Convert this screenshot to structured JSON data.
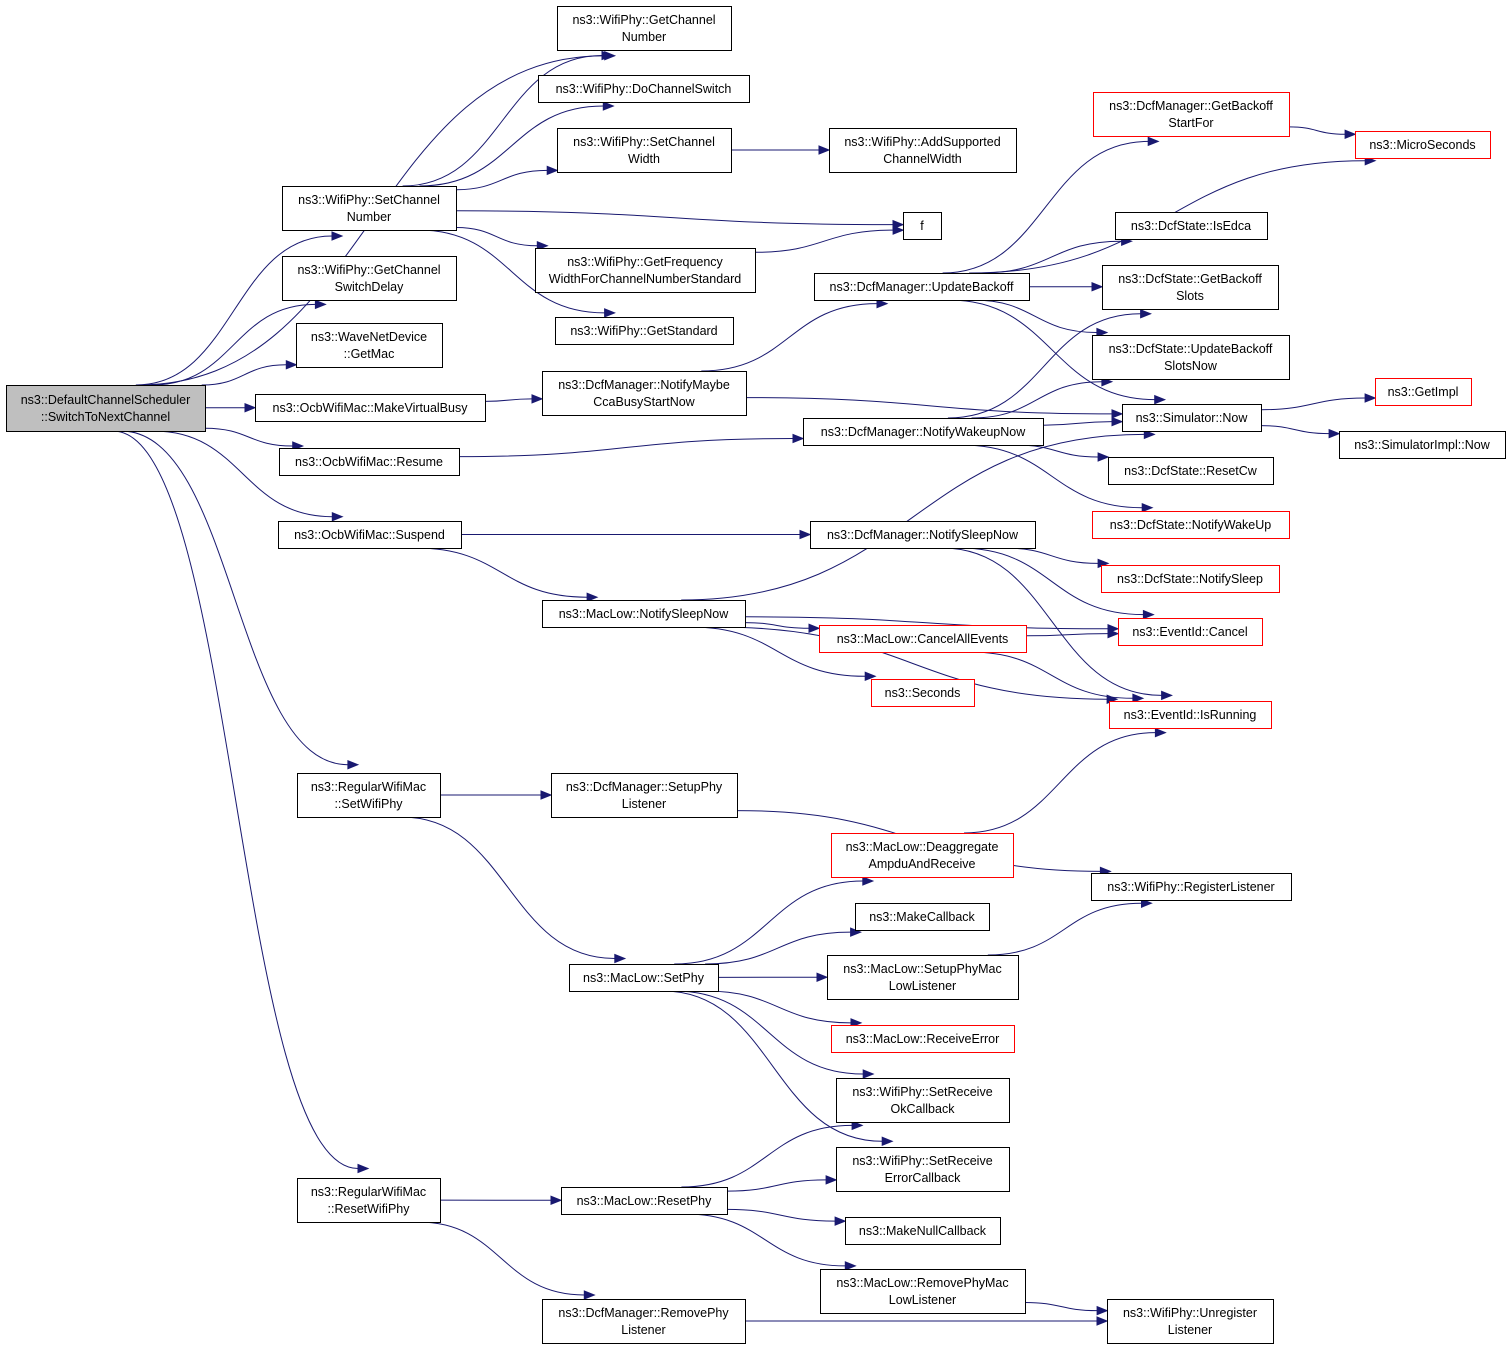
{
  "diagram": {
    "nodes": [
      {
        "id": "root",
        "lines": [
          "ns3::DefaultChannelScheduler",
          "::SwitchToNextChannel"
        ],
        "style": "root",
        "interactable": true
      },
      {
        "id": "getChannelNumber",
        "lines": [
          "ns3::WifiPhy::GetChannel",
          "Number"
        ],
        "style": "normal",
        "interactable": true
      },
      {
        "id": "doChannelSwitch",
        "lines": [
          "ns3::WifiPhy::DoChannelSwitch"
        ],
        "style": "normal",
        "interactable": true
      },
      {
        "id": "setChannelWidth",
        "lines": [
          "ns3::WifiPhy::SetChannel",
          "Width"
        ],
        "style": "normal",
        "interactable": true
      },
      {
        "id": "addSupportedChannelWidth",
        "lines": [
          "ns3::WifiPhy::AddSupported",
          "ChannelWidth"
        ],
        "style": "normal",
        "interactable": true
      },
      {
        "id": "setChannelNumber",
        "lines": [
          "ns3::WifiPhy::SetChannel",
          "Number"
        ],
        "style": "normal",
        "interactable": true
      },
      {
        "id": "f",
        "lines": [
          "f"
        ],
        "style": "normal",
        "interactable": true
      },
      {
        "id": "getFrequencyWidth",
        "lines": [
          "ns3::WifiPhy::GetFrequency",
          "WidthForChannelNumberStandard"
        ],
        "style": "normal",
        "interactable": true
      },
      {
        "id": "getStandard",
        "lines": [
          "ns3::WifiPhy::GetStandard"
        ],
        "style": "normal",
        "interactable": true
      },
      {
        "id": "getChannelSwitchDelay",
        "lines": [
          "ns3::WifiPhy::GetChannel",
          "SwitchDelay"
        ],
        "style": "normal",
        "interactable": true
      },
      {
        "id": "waveGetMac",
        "lines": [
          "ns3::WaveNetDevice",
          "::GetMac"
        ],
        "style": "normal",
        "interactable": true
      },
      {
        "id": "makeVirtualBusy",
        "lines": [
          "ns3::OcbWifiMac::MakeVirtualBusy"
        ],
        "style": "normal",
        "interactable": true
      },
      {
        "id": "notifyMaybeCcaBusy",
        "lines": [
          "ns3::DcfManager::NotifyMaybe",
          "CcaBusyStartNow"
        ],
        "style": "normal",
        "interactable": true
      },
      {
        "id": "resume",
        "lines": [
          "ns3::OcbWifiMac::Resume"
        ],
        "style": "normal",
        "interactable": true
      },
      {
        "id": "notifyWakeupNow",
        "lines": [
          "ns3::DcfManager::NotifyWakeupNow"
        ],
        "style": "normal",
        "interactable": true
      },
      {
        "id": "suspend",
        "lines": [
          "ns3::OcbWifiMac::Suspend"
        ],
        "style": "normal",
        "interactable": true
      },
      {
        "id": "notifySleepNowDcf",
        "lines": [
          "ns3::DcfManager::NotifySleepNow"
        ],
        "style": "normal",
        "interactable": true
      },
      {
        "id": "notifySleepNowMac",
        "lines": [
          "ns3::MacLow::NotifySleepNow"
        ],
        "style": "normal",
        "interactable": true
      },
      {
        "id": "cancelAllEvents",
        "lines": [
          "ns3::MacLow::CancelAllEvents"
        ],
        "style": "red",
        "interactable": true
      },
      {
        "id": "seconds",
        "lines": [
          "ns3::Seconds"
        ],
        "style": "red",
        "interactable": true
      },
      {
        "id": "updateBackoff",
        "lines": [
          "ns3::DcfManager::UpdateBackoff"
        ],
        "style": "normal",
        "interactable": true
      },
      {
        "id": "getBackoffStartFor",
        "lines": [
          "ns3::DcfManager::GetBackoff",
          "StartFor"
        ],
        "style": "red",
        "interactable": true
      },
      {
        "id": "microSeconds",
        "lines": [
          "ns3::MicroSeconds"
        ],
        "style": "red",
        "interactable": true
      },
      {
        "id": "isEdca",
        "lines": [
          "ns3::DcfState::IsEdca"
        ],
        "style": "normal",
        "interactable": true
      },
      {
        "id": "getBackoffSlots",
        "lines": [
          "ns3::DcfState::GetBackoff",
          "Slots"
        ],
        "style": "normal",
        "interactable": true
      },
      {
        "id": "updateBackoffSlotsNow",
        "lines": [
          "ns3::DcfState::UpdateBackoff",
          "SlotsNow"
        ],
        "style": "normal",
        "interactable": true
      },
      {
        "id": "simulatorNow",
        "lines": [
          "ns3::Simulator::Now"
        ],
        "style": "normal",
        "interactable": true
      },
      {
        "id": "getImpl",
        "lines": [
          "ns3::GetImpl"
        ],
        "style": "red",
        "interactable": true
      },
      {
        "id": "simulatorImplNow",
        "lines": [
          "ns3::SimulatorImpl::Now"
        ],
        "style": "normal",
        "interactable": true
      },
      {
        "id": "resetCw",
        "lines": [
          "ns3::DcfState::ResetCw"
        ],
        "style": "normal",
        "interactable": true
      },
      {
        "id": "notifyWakeUp",
        "lines": [
          "ns3::DcfState::NotifyWakeUp"
        ],
        "style": "red",
        "interactable": true
      },
      {
        "id": "notifySleep",
        "lines": [
          "ns3::DcfState::NotifySleep"
        ],
        "style": "red",
        "interactable": true
      },
      {
        "id": "eventCancel",
        "lines": [
          "ns3::EventId::Cancel"
        ],
        "style": "red",
        "interactable": true
      },
      {
        "id": "eventIsRunning",
        "lines": [
          "ns3::EventId::IsRunning"
        ],
        "style": "red",
        "interactable": true
      },
      {
        "id": "setWifiPhy",
        "lines": [
          "ns3::RegularWifiMac",
          "::SetWifiPhy"
        ],
        "style": "normal",
        "interactable": true
      },
      {
        "id": "setupPhyListener",
        "lines": [
          "ns3::DcfManager::SetupPhy",
          "Listener"
        ],
        "style": "normal",
        "interactable": true
      },
      {
        "id": "deaggregate",
        "lines": [
          "ns3::MacLow::Deaggregate",
          "AmpduAndReceive"
        ],
        "style": "red",
        "interactable": true
      },
      {
        "id": "registerListener",
        "lines": [
          "ns3::WifiPhy::RegisterListener"
        ],
        "style": "normal",
        "interactable": true
      },
      {
        "id": "makeCallback",
        "lines": [
          "ns3::MakeCallback"
        ],
        "style": "normal",
        "interactable": true
      },
      {
        "id": "macLowSetPhy",
        "lines": [
          "ns3::MacLow::SetPhy"
        ],
        "style": "normal",
        "interactable": true
      },
      {
        "id": "setupPhyMacLowListener",
        "lines": [
          "ns3::MacLow::SetupPhyMac",
          "LowListener"
        ],
        "style": "normal",
        "interactable": true
      },
      {
        "id": "receiveError",
        "lines": [
          "ns3::MacLow::ReceiveError"
        ],
        "style": "red",
        "interactable": true
      },
      {
        "id": "setReceiveOk",
        "lines": [
          "ns3::WifiPhy::SetReceive",
          "OkCallback"
        ],
        "style": "normal",
        "interactable": true
      },
      {
        "id": "setReceiveError",
        "lines": [
          "ns3::WifiPhy::SetReceive",
          "ErrorCallback"
        ],
        "style": "normal",
        "interactable": true
      },
      {
        "id": "resetWifiPhy",
        "lines": [
          "ns3::RegularWifiMac",
          "::ResetWifiPhy"
        ],
        "style": "normal",
        "interactable": true
      },
      {
        "id": "macLowResetPhy",
        "lines": [
          "ns3::MacLow::ResetPhy"
        ],
        "style": "normal",
        "interactable": true
      },
      {
        "id": "makeNullCallback",
        "lines": [
          "ns3::MakeNullCallback"
        ],
        "style": "normal",
        "interactable": true
      },
      {
        "id": "removePhyMacLowListener",
        "lines": [
          "ns3::MacLow::RemovePhyMac",
          "LowListener"
        ],
        "style": "normal",
        "interactable": true
      },
      {
        "id": "removePhyListener",
        "lines": [
          "ns3::DcfManager::RemovePhy",
          "Listener"
        ],
        "style": "normal",
        "interactable": true
      },
      {
        "id": "unregisterListener",
        "lines": [
          "ns3::WifiPhy::Unregister",
          "Listener"
        ],
        "style": "normal",
        "interactable": true
      }
    ],
    "edges": [
      [
        "root",
        "getChannelNumber"
      ],
      [
        "root",
        "setChannelNumber"
      ],
      [
        "root",
        "getChannelSwitchDelay"
      ],
      [
        "root",
        "waveGetMac"
      ],
      [
        "root",
        "makeVirtualBusy"
      ],
      [
        "root",
        "resume"
      ],
      [
        "root",
        "suspend"
      ],
      [
        "root",
        "setWifiPhy"
      ],
      [
        "root",
        "resetWifiPhy"
      ],
      [
        "setChannelNumber",
        "getChannelNumber"
      ],
      [
        "setChannelNumber",
        "doChannelSwitch"
      ],
      [
        "setChannelNumber",
        "setChannelWidth"
      ],
      [
        "setChannelNumber",
        "f"
      ],
      [
        "setChannelNumber",
        "getFrequencyWidth"
      ],
      [
        "setChannelNumber",
        "getStandard"
      ],
      [
        "setChannelWidth",
        "addSupportedChannelWidth"
      ],
      [
        "getFrequencyWidth",
        "f"
      ],
      [
        "makeVirtualBusy",
        "notifyMaybeCcaBusy"
      ],
      [
        "notifyMaybeCcaBusy",
        "updateBackoff"
      ],
      [
        "notifyMaybeCcaBusy",
        "simulatorNow"
      ],
      [
        "updateBackoff",
        "getBackoffStartFor"
      ],
      [
        "updateBackoff",
        "microSeconds"
      ],
      [
        "updateBackoff",
        "isEdca"
      ],
      [
        "updateBackoff",
        "getBackoffSlots"
      ],
      [
        "updateBackoff",
        "updateBackoffSlotsNow"
      ],
      [
        "updateBackoff",
        "simulatorNow"
      ],
      [
        "getBackoffStartFor",
        "microSeconds"
      ],
      [
        "resume",
        "notifyWakeupNow"
      ],
      [
        "notifyWakeupNow",
        "getBackoffSlots"
      ],
      [
        "notifyWakeupNow",
        "updateBackoffSlotsNow"
      ],
      [
        "notifyWakeupNow",
        "simulatorNow"
      ],
      [
        "notifyWakeupNow",
        "resetCw"
      ],
      [
        "notifyWakeupNow",
        "notifyWakeUp"
      ],
      [
        "simulatorNow",
        "getImpl"
      ],
      [
        "simulatorNow",
        "simulatorImplNow"
      ],
      [
        "suspend",
        "notifySleepNowDcf"
      ],
      [
        "suspend",
        "notifySleepNowMac"
      ],
      [
        "notifySleepNowDcf",
        "notifySleep"
      ],
      [
        "notifySleepNowDcf",
        "eventCancel"
      ],
      [
        "notifySleepNowDcf",
        "eventIsRunning"
      ],
      [
        "notifySleepNowMac",
        "simulatorNow"
      ],
      [
        "notifySleepNowMac",
        "eventCancel"
      ],
      [
        "notifySleepNowMac",
        "cancelAllEvents"
      ],
      [
        "notifySleepNowMac",
        "seconds"
      ],
      [
        "notifySleepNowMac",
        "eventIsRunning"
      ],
      [
        "cancelAllEvents",
        "eventCancel"
      ],
      [
        "cancelAllEvents",
        "eventIsRunning"
      ],
      [
        "setWifiPhy",
        "setupPhyListener"
      ],
      [
        "setWifiPhy",
        "macLowSetPhy"
      ],
      [
        "setupPhyListener",
        "registerListener"
      ],
      [
        "deaggregate",
        "eventIsRunning"
      ],
      [
        "macLowSetPhy",
        "deaggregate"
      ],
      [
        "macLowSetPhy",
        "makeCallback"
      ],
      [
        "macLowSetPhy",
        "setupPhyMacLowListener"
      ],
      [
        "macLowSetPhy",
        "receiveError"
      ],
      [
        "macLowSetPhy",
        "setReceiveOk"
      ],
      [
        "macLowSetPhy",
        "setReceiveError"
      ],
      [
        "setupPhyMacLowListener",
        "registerListener"
      ],
      [
        "resetWifiPhy",
        "macLowResetPhy"
      ],
      [
        "resetWifiPhy",
        "removePhyListener"
      ],
      [
        "macLowResetPhy",
        "setReceiveOk"
      ],
      [
        "macLowResetPhy",
        "setReceiveError"
      ],
      [
        "macLowResetPhy",
        "makeNullCallback"
      ],
      [
        "macLowResetPhy",
        "removePhyMacLowListener"
      ],
      [
        "removePhyMacLowListener",
        "unregisterListener"
      ],
      [
        "removePhyListener",
        "unregisterListener"
      ]
    ]
  }
}
